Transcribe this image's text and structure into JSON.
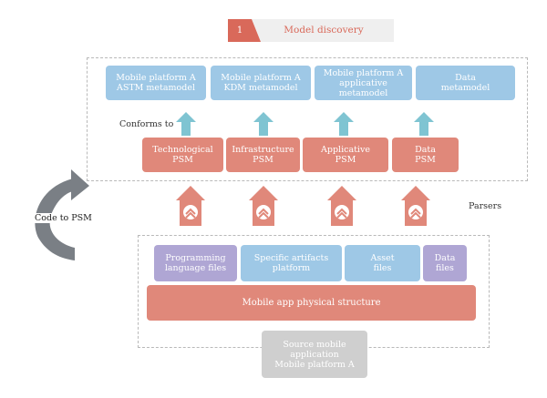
{
  "header": {
    "number": "1",
    "title": "Model discovery"
  },
  "metamodels": [
    "Mobile platform A\nASTM metamodel",
    "Mobile platform A\nKDM metamodel",
    "Mobile platform A\napplicative\nmetamodel",
    "Data\nmetamodel"
  ],
  "conforms_label": "Conforms to",
  "psm_models": [
    "Technological\nPSM",
    "Infrastructure\nPSM",
    "Applicative\nPSM",
    "Data\nPSM"
  ],
  "parsers_label": "Parsers",
  "code_to_psm_label": "Code to PSM",
  "artifacts": [
    "Programming\nlanguage files",
    "Specific artifacts\nplatform",
    "Asset\nfiles",
    "Data\nfiles"
  ],
  "physical_structure": "Mobile app physical structure",
  "source": "Source mobile\napplication\nMobile platform A",
  "colors": {
    "blue": "#9ec8e6",
    "salmon": "#e0887a",
    "purple": "#afa6d4",
    "gray": "#cfcfcf",
    "teal_arrow": "#7fc4d2",
    "header_red": "#d9695a"
  }
}
